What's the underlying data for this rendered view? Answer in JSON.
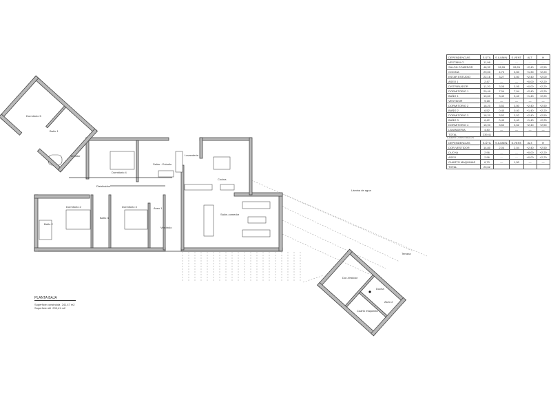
{
  "plan": {
    "title": "PLANTA BAJA",
    "surface_built_label": "Superficie construida",
    "surface_built_value": "241,47 m2",
    "surface_useful_label": "Superficie útil",
    "surface_useful_value": "239,41 m2",
    "rooms": {
      "dormitorio5": "Dormitorio 5",
      "bano1": "Baño 1",
      "vestidor": "Vestidor",
      "dormitorio4": "Dormitorio 4",
      "salon_estudio": "Salón - Estudio",
      "lavanderia": "Lavandería",
      "cocina": "Cocina",
      "distribuidor": "Distribuidor",
      "dormitorio2": "Dormitorio 2",
      "bano2": "Baño 2",
      "dormitorio3": "Dormitorio 3",
      "bano3": "Baño 3",
      "aseo1": "Aseo 1",
      "vestibulo": "Vestíbulo",
      "salon_comedor": "Salón-comedor",
      "lamina_agua": "Lámina de agua",
      "terraza": "Terraza",
      "dor_vestidor": "Dor-Vestidor",
      "ducha": "Ducha",
      "aseo2": "Aseo 2",
      "cuarto_maquinas": "Cuarto máquinas"
    }
  },
  "table_main": {
    "header": [
      "DEPENDENCIAS",
      "S.ÚTIL",
      "S.ILUMIN.",
      "S.VENT.",
      "ALT.",
      "H"
    ],
    "rows": [
      [
        "VESTIBULO",
        "11,06",
        "—",
        "—",
        "—",
        "—"
      ],
      [
        "SALON COMEDOR",
        "48,32",
        "28,26",
        "28,26",
        "+2,40",
        "+2,50"
      ],
      [
        "COCINA",
        "29,00",
        "4,70",
        "3,50",
        "+1,30",
        "+2,20"
      ],
      [
        "ESTAR ESTUDIO",
        "22,16",
        "3,27",
        "3,50",
        "+2,40",
        "+2,00"
      ],
      [
        "ASEO 1",
        "2,47",
        "—",
        "—",
        "+0,00",
        "+2,20"
      ],
      [
        "DISTRIBUIDOR",
        "11,20",
        "3,05",
        "3,05",
        "+0,00",
        "+2,20"
      ],
      [
        "DORMITORIO 1",
        "20,49",
        "7,04",
        "7,04",
        "+2,40",
        "+2,20"
      ],
      [
        "BAÑO 1",
        "10,60",
        "3,42",
        "3,42",
        "+1,40",
        "+2,20"
      ],
      [
        "VESTIDOR",
        "9,18",
        "—",
        "—",
        "—",
        "—"
      ],
      [
        "DORMITORIO 2",
        "18,20",
        "3,52",
        "3,50",
        "+2,40",
        "+2,50"
      ],
      [
        "BAÑO 2",
        "6,52",
        "0,40",
        "0,40",
        "+1,40",
        "+2,20"
      ],
      [
        "DORMITORIO 3",
        "18,20",
        "3,52",
        "3,52",
        "+2,40",
        "+2,50"
      ],
      [
        "BAÑO 3",
        "6,42",
        "0,40",
        "0,40",
        "+1,40",
        "+2,20"
      ],
      [
        "DORMITORIO 4",
        "15,90",
        "3,52",
        "3,52",
        "+2,40",
        "+2,50"
      ],
      [
        "LAVANDERIA",
        "4,40",
        "—",
        "—",
        "—",
        "—"
      ],
      [
        "TOTAL",
        "239,41",
        "",
        "",
        "",
        ""
      ]
    ]
  },
  "table_guest": {
    "caption": "CUARTO INVITADOS",
    "header": [
      "DEPENDENCIAS",
      "S.ÚTIL",
      "S.ILUMIN.",
      "S.VENT.",
      "ALT.",
      "H"
    ],
    "rows": [
      [
        "DOR-VESTIDOR",
        "14,80",
        "2,04",
        "2,04",
        "+2,40",
        "+2,50"
      ],
      [
        "DUCHA",
        "2,96",
        "—",
        "—",
        "+0,00",
        "+2,20"
      ],
      [
        "ASEO",
        "2,96",
        "—",
        "—",
        "+0,00",
        "+2,20"
      ],
      [
        "CUARTO MAQUINAS",
        "6,70",
        "—",
        "1,50",
        "—",
        "—"
      ],
      [
        "TOTAL",
        "20,62",
        "",
        "",
        "",
        ""
      ]
    ]
  }
}
